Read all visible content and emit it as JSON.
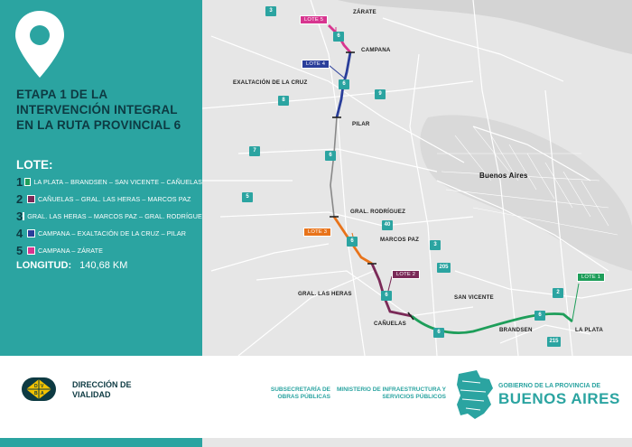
{
  "title": "ETAPA 1 DE LA INTERVENCIÓN INTEGRAL EN LA RUTA PROVINCIAL 6",
  "legend": {
    "header": "LOTE:",
    "items": [
      {
        "num": "1",
        "text": "LA PLATA – BRANDSEN – SAN VICENTE – CAÑUELAS",
        "color": "#1e9e5a"
      },
      {
        "num": "2",
        "text": "CAÑUELAS – GRAL. LAS HERAS – MARCOS PAZ",
        "color": "#7b2a58"
      },
      {
        "num": "3",
        "text": "GRAL. LAS HERAS – MARCOS PAZ – GRAL. RODRÍGUEZ",
        "color": "#e8731a"
      },
      {
        "num": "4",
        "text": "CAMPANA – EXALTACIÓN DE LA CRUZ – PILAR",
        "color": "#2a3e9a"
      },
      {
        "num": "5",
        "text": "CAMPANA – ZÁRATE",
        "color": "#d7358f"
      }
    ]
  },
  "longitud": {
    "label": "LONGITUD:",
    "value": "140,68 KM"
  },
  "map": {
    "places": {
      "zarate": "ZÁRATE",
      "campana": "CAMPANA",
      "exaltacion": "EXALTACIÓN DE LA CRUZ",
      "pilar": "PILAR",
      "buenos_aires": "Buenos Aires",
      "gral_rodriguez": "GRAL. RODRÍGUEZ",
      "marcos_paz": "MARCOS PAZ",
      "gral_las_heras": "GRAL. LAS HERAS",
      "san_vicente": "SAN VICENTE",
      "canuelas": "CAÑUELAS",
      "brandsen": "BRANDSEN",
      "la_plata": "LA PLATA"
    },
    "routes": {
      "r3a": "3",
      "r9": "9",
      "r8": "8",
      "r7": "7",
      "r5": "5",
      "r40": "40",
      "r3b": "3",
      "r205": "205",
      "r2": "2",
      "r215": "215",
      "r6a": "6",
      "r6b": "6",
      "r6c": "6",
      "r6d": "6",
      "r6e": "6",
      "r6f": "6",
      "r6g": "6"
    },
    "tags": {
      "lote1": "LOTE 1",
      "lote2": "LOTE 2",
      "lote3": "LOTE 3",
      "lote4": "LOTE 4",
      "lote5": "LOTE 5"
    }
  },
  "footer": {
    "dvba": {
      "letters": [
        "D",
        "V",
        "B",
        "A"
      ]
    },
    "direccion": "DIRECCIÓN DE VIALIDAD",
    "subsecretaria": "SUBSECRETARÍA DE OBRAS PÚBLICAS",
    "ministerio": "MINISTERIO DE INFRAESTRUCTURA Y SERVICIOS PÚBLICOS",
    "gobierno": "GOBIERNO DE LA PROVINCIA DE",
    "provincia": "BUENOS AIRES"
  },
  "colors": {
    "teal": "#2ba4a1",
    "dark": "#0d3a42",
    "map_bg": "#e6e6e6"
  }
}
